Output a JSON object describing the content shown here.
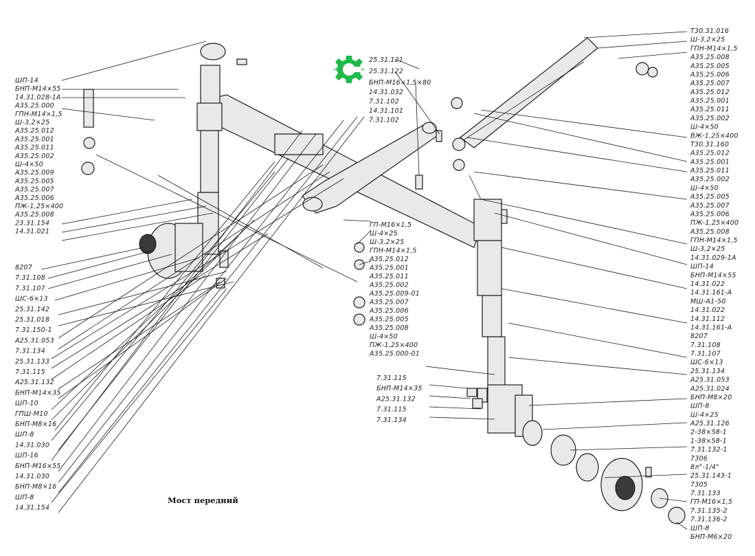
{
  "caption": "Мост передний",
  "gear_color": "#21b94a",
  "left_labels": [
    "ШП-14",
    "БНП-М14×55",
    "14.31.028-1А",
    "А35.25.000",
    "ГПН-М14×1,5",
    "Ш-3,2×25",
    "А35.25.012",
    "А35.25.001",
    "А35.25.011",
    "А35.25.002",
    "Ш-4×50",
    "А35.25.009",
    "А35.25.005",
    "А35.25.007",
    "А35.25.006",
    "ПЖ-1,25×400",
    "А35.25.008",
    "23.31.154",
    "14.31.021",
    "8207",
    "7.31.108",
    "7.31.107",
    "ШС-6×13",
    "25.31.142",
    "25.31.018",
    "7.31.150-1",
    "А25.31.053",
    "7.31.134",
    "25.31.133",
    "7.31.115",
    "А25.31.132",
    "БНП-М14×35",
    "ШП-10",
    "ГПШ-М10",
    "БНП-М8×16",
    "ШП-8",
    "14.31.030",
    "ШП-16",
    "БНП-М16×55",
    "14.31.030",
    "БНП-М8×16",
    "ШП-8",
    "14.31.154"
  ],
  "top_labels": [
    "25.31.121",
    "25.31.122",
    "БНП-М16×1,5×80"
  ],
  "center_col_labels": [
    "14.31.032",
    "7.31.102",
    "14.31.101",
    "7.31.102"
  ],
  "mid_labels": [
    "ГП-М16×1,5",
    "Ш-4×25",
    "Ш-3,2×25",
    "ГПН-М14×1,5",
    "А35.25.012",
    "А35.25.001",
    "А35.25.011",
    "А35.25.002",
    "А35.25.009-01",
    "А35.25.007",
    "А35.25.006",
    "А35.25.005",
    "А35.25.008",
    "Ш-4×50",
    "ПЖ-1,25×400",
    "А35.25.000-01"
  ],
  "lower_mid_labels": [
    "7.31.115",
    "БНП-М14×35",
    "А25.31.132",
    "7.31.115",
    "7.31.134"
  ],
  "right_labels": [
    "Т30.31.016",
    "Ш-3,2×25",
    "ГПН-М14×1,5",
    "А35.25.008",
    "А35.25.005",
    "А35.25.006",
    "А35.25.007",
    "А35.25.012",
    "А35.25.001",
    "А35.25.011",
    "А35.25.002",
    "Ш-4×50",
    "ВЖ-1,25×400",
    "Т30.31.160",
    "А35.25.012",
    "А35.25.001",
    "А35.25.011",
    "А35.25.002",
    "Ш-4×50",
    "А35.25.005",
    "А35.25.007",
    "А35.25.006",
    "ПЖ-1,25×400",
    "А35.25.008",
    "ГПН-М14×1,5",
    "Ш-3,2×25",
    "14.31.029-1А",
    "ШП-14",
    "БНП-М14×55",
    "14.31.022",
    "14.31.161-А",
    "МШ-А1-50",
    "14.31.022",
    "14.31.112",
    "14.31.161-А",
    "8207",
    "7.31.108",
    "7.31.107",
    "ШС-6×13",
    "25.31.134",
    "А25.31.053",
    "А25.31.024",
    "БНП-М8×20",
    "ШП-8",
    "Ш-4×25",
    "А25.31.126",
    "2-38×58-1",
    "1-38×58-1",
    "7.31.132-1",
    "7306",
    "8л°-1/4\"",
    "25.31.143-1",
    "7305",
    "7.31.133",
    "ГП-М16×1,5",
    "7.31.135-2",
    "7.31.136-2",
    "ШП-8",
    "БНП-М6×20"
  ]
}
